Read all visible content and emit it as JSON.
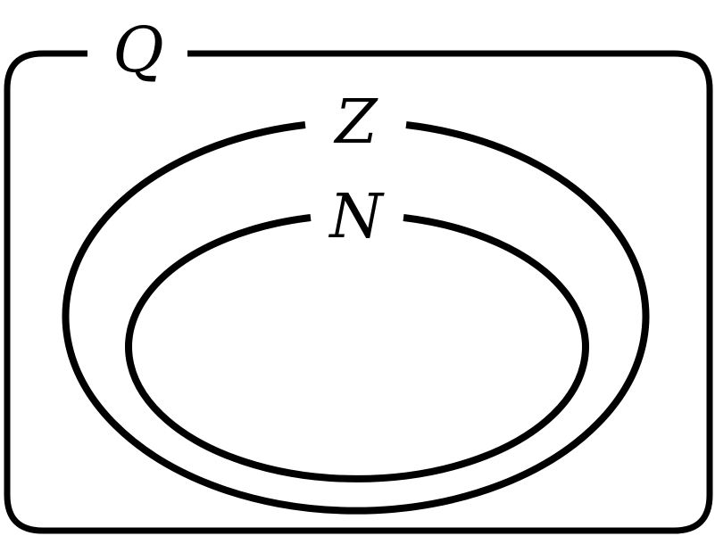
{
  "diagram": {
    "type": "nested-set-venn",
    "sets": {
      "outer": {
        "label": "Q",
        "shape": "rounded-rectangle"
      },
      "middle": {
        "label": "Z",
        "shape": "ellipse"
      },
      "inner": {
        "label": "N",
        "shape": "ellipse"
      }
    },
    "relations": [
      "N ⊂ Z",
      "Z ⊂ Q"
    ],
    "stroke_color": "#000000",
    "background_color": "#ffffff"
  }
}
